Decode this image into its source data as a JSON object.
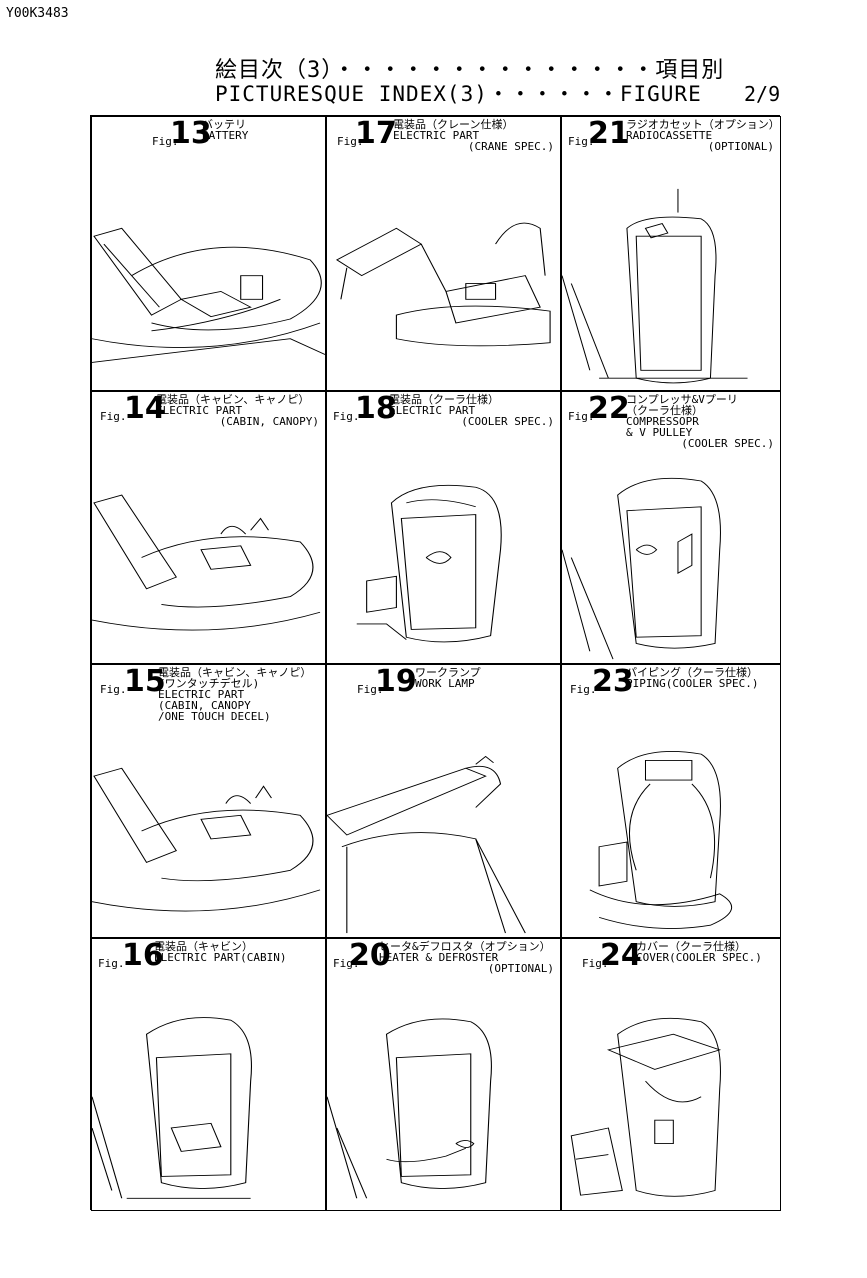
{
  "doc_id": "Y00K3483",
  "header": {
    "title_jp": "絵目次（3）・・・・・・・・・・・・・・項目別",
    "title_en": "PICTURESQUE INDEX(3)・・・・・・FIGURE",
    "page": "2/9"
  },
  "fig_prefix": "Fig.",
  "figures": [
    {
      "num": "13",
      "lines": [
        "バッテリ",
        "BATTERY"
      ]
    },
    {
      "num": "17",
      "lines": [
        "電装品（クレーン仕様）",
        "ELECTRIC PART",
        "(CRANE SPEC.)"
      ]
    },
    {
      "num": "21",
      "lines": [
        "ラジオカセット（オプション）",
        "RADIOCASSETTE",
        "(OPTIONAL)"
      ]
    },
    {
      "num": "14",
      "lines": [
        "電装品（キャビン、キャノピ）",
        "ELECTRIC PART",
        "(CABIN, CANOPY)"
      ]
    },
    {
      "num": "18",
      "lines": [
        "電装品（クーラ仕様）",
        "ELECTRIC PART",
        "(COOLER SPEC.)"
      ]
    },
    {
      "num": "22",
      "lines": [
        "コンプレッサ&Vプーリ",
        "（クーラ仕様）",
        "COMPRESSOPR",
        "& V PULLEY",
        "(COOLER SPEC.)"
      ]
    },
    {
      "num": "15",
      "lines": [
        "電装品（キャビン、キャノピ）",
        "/ワンタッチデセル)",
        "ELECTRIC PART",
        "(CABIN, CANOPY",
        "/ONE TOUCH DECEL)"
      ]
    },
    {
      "num": "19",
      "lines": [
        "ワークランプ",
        "WORK LAMP"
      ]
    },
    {
      "num": "23",
      "lines": [
        "パイピング（クーラ仕様）",
        "PIPING(COOLER SPEC.)"
      ]
    },
    {
      "num": "16",
      "lines": [
        "電装品（キャビン）",
        "ELECTRIC PART(CABIN)"
      ]
    },
    {
      "num": "20",
      "lines": [
        "ヒータ&デフロスタ（オプション）",
        "HEATER & DEFROSTER",
        "(OPTIONAL)"
      ]
    },
    {
      "num": "24",
      "lines": [
        "カバー（クーラ仕様）",
        "COVER(COOLER SPEC.)"
      ]
    }
  ]
}
